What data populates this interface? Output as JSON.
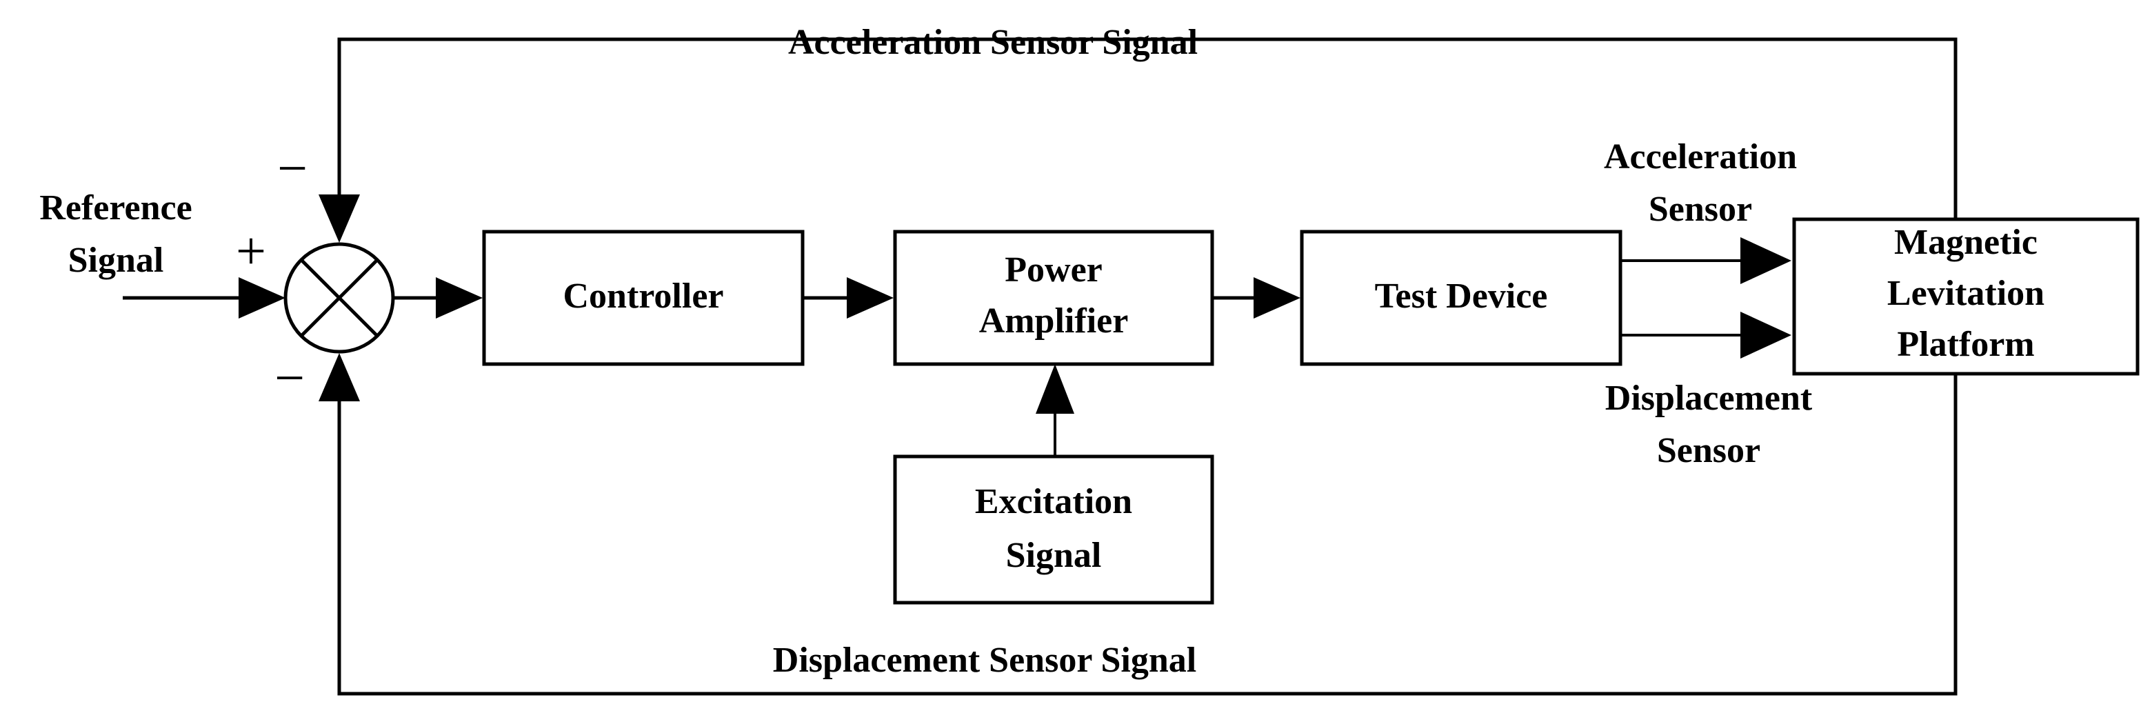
{
  "diagram": {
    "title": "Magnetic Levitation Platform Vibration Control Block Diagram",
    "type": "control-system-block-diagram",
    "background_color": "#ffffff",
    "line_color": "#000000"
  },
  "blocks": {
    "controller": "Controller",
    "power_amplifier_line1": "Power",
    "power_amplifier_line2": "Amplifier",
    "test_device": "Test Device",
    "excitation_line1": "Excitation",
    "excitation_line2": "Signal",
    "platform_line1": "Magnetic",
    "platform_line2": "Levitation",
    "platform_line3": "Platform"
  },
  "labels": {
    "reference_line1": "Reference",
    "reference_line2": "Signal",
    "acceleration_sensor_signal": "Acceleration Sensor Signal",
    "displacement_sensor_signal": "Displacement Sensor Signal",
    "acceleration_sensor_line1": "Acceleration",
    "acceleration_sensor_line2": "Sensor",
    "displacement_sensor_line1": "Displacement",
    "displacement_sensor_line2": "Sensor"
  },
  "signs": {
    "top_minus": "−",
    "plus": "+",
    "bottom_minus": "−"
  },
  "summing_junction": {
    "name": "summing-junction",
    "symbol": "circle-with-x",
    "inputs": [
      "reference-signal",
      "acceleration-sensor-feedback",
      "displacement-sensor-feedback"
    ],
    "output": "error-signal"
  },
  "connections": [
    {
      "from": "reference-signal",
      "to": "summing-junction",
      "sign": "+"
    },
    {
      "from": "summing-junction",
      "to": "controller",
      "sign": ""
    },
    {
      "from": "controller",
      "to": "power-amplifier",
      "sign": ""
    },
    {
      "from": "excitation-signal",
      "to": "power-amplifier",
      "sign": ""
    },
    {
      "from": "power-amplifier",
      "to": "test-device",
      "sign": ""
    },
    {
      "from": "test-device",
      "to": "magnetic-levitation-platform",
      "sign": "",
      "label": "Acceleration Sensor"
    },
    {
      "from": "test-device",
      "to": "magnetic-levitation-platform",
      "sign": "",
      "label": "Displacement Sensor"
    },
    {
      "from": "magnetic-levitation-platform",
      "to": "summing-junction",
      "sign": "−",
      "label": "Acceleration Sensor Signal"
    },
    {
      "from": "magnetic-levitation-platform",
      "to": "summing-junction",
      "sign": "−",
      "label": "Displacement Sensor Signal"
    }
  ]
}
